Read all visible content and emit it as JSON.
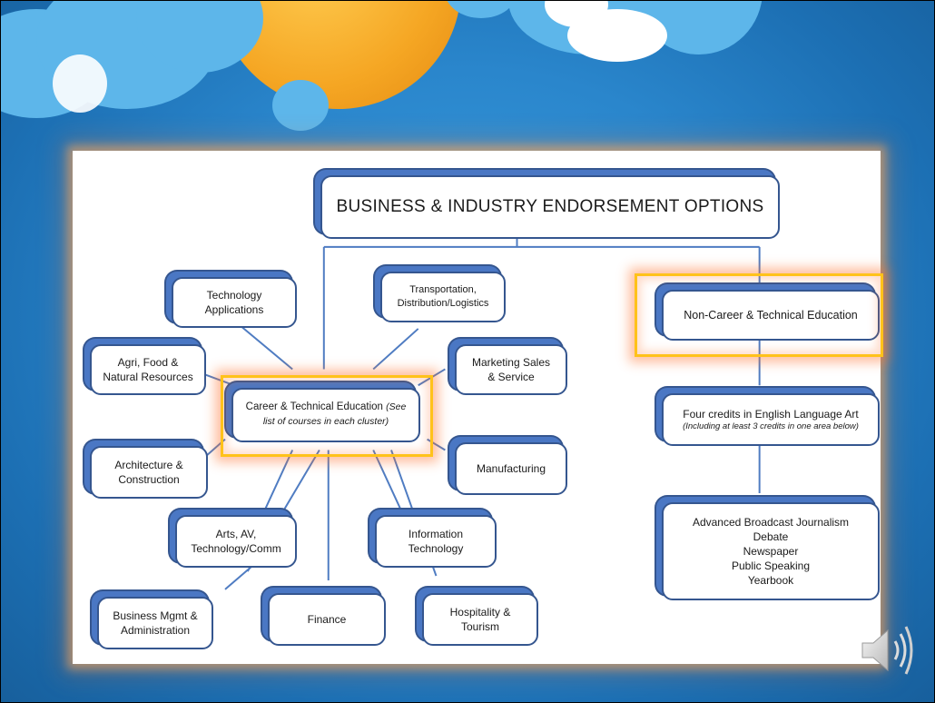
{
  "slide": {
    "title": "BUSINESS & INDUSTRY ENDORSEMENT OPTIONS",
    "boxes": {
      "technology_applications": "Technology Applications",
      "transportation": "Transportation, Distribution/Logistics",
      "agri": "Agri, Food & Natural Resources",
      "marketing": "Marketing Sales & Service",
      "cte_main": "Career & Technical Education",
      "cte_note": "(See list of courses in each cluster)",
      "architecture": "Architecture & Construction",
      "manufacturing": "Manufacturing",
      "arts": "Arts, AV, Technology/Comm",
      "information_technology": "Information Technology",
      "business_mgmt": "Business Mgmt & Administration",
      "finance": "Finance",
      "hospitality": "Hospitality & Tourism",
      "non_cte": "Non-Career & Technical Education",
      "english_credits": "Four credits in English Language Art",
      "english_note": "(Including at least 3 credits in one area below)",
      "courses": [
        "Advanced Broadcast Journalism",
        "Debate",
        "Newspaper",
        "Public Speaking",
        "Yearbook"
      ]
    }
  },
  "icons": {
    "audio": "speaker-icon"
  },
  "colors": {
    "background": "#2a86cc",
    "box_border": "#35568f",
    "box_shadow": "#4a77c4",
    "highlight": "#ffc21a",
    "moon": "#f5a623"
  }
}
